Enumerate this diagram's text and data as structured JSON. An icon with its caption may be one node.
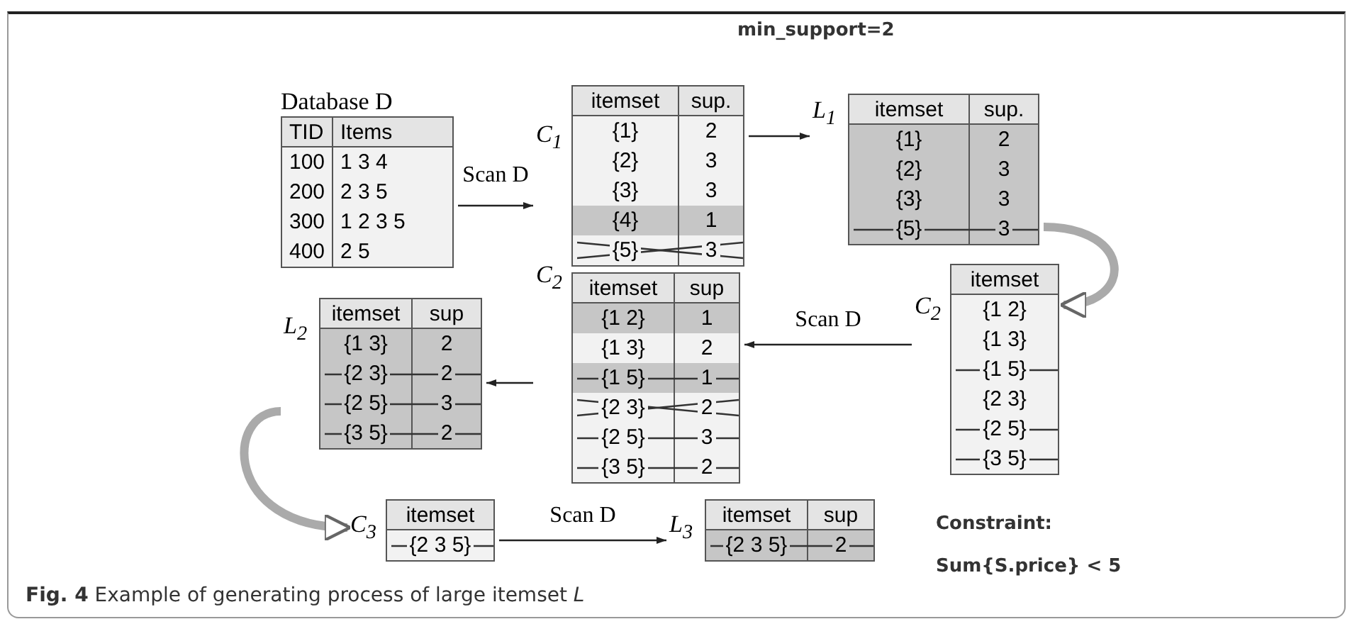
{
  "diagram": {
    "caption": "**Fig. 4** Example of generating process of large itemset *L*",
    "nodes": [
      {
        "text": [
          "Database D",
          "TID",
          "Items",
          "100",
          "1 3 4",
          "200",
          "2 3 5",
          "300",
          "1 2 3 5",
          "400",
          "2 5"
        ]
      },
      {
        "text": [
          "C$_{1}$",
          "itemset",
          "sup.",
          "{1}",
          "2",
          "{2}",
          "3",
          "{3}",
          "3",
          "{4}",
          "1",
          "{5}",
          "3"
        ]
      },
      {
        "text": [
          "L$_{1}$",
          "itemset",
          "sup.",
          "{1}",
          "2",
          "{2}",
          "3",
          "{3}",
          "3",
          "{5}",
          "3"
        ]
      },
      {
        "text": [
          "C$_{2}$",
          "itemset",
          "{1 2}",
          "{1 3}",
          "{1 5}",
          "{2 3}",
          "{2 5}",
          "{3 5}"
        ]
      },
      {
        "text": [
          "C$_{2}$",
          "itemset",
          "sup",
          "{1 2}",
          "1",
          "{1 3}",
          "2",
          "{1 5}",
          "1",
          "{2 3}",
          "2",
          "{2 5}",
          "3",
          "{3 5}",
          "2"
        ]
      },
      {
        "text": [
          "L$_{2}$",
          "itemset",
          "sup",
          "{1 3}",
          "2",
          "{2 3}",
          "2",
          "{2 5}",
          "3",
          "{3 5}",
          "2"
        ]
      },
      {
        "text": [
          "C$_{3}$",
          "itemset",
          "{2 3 5}"
        ]
      },
      {
        "text": [
          "L$_{3}$",
          "itemset",
          "sup",
          "{2 3 5}",
          "2"
        ]
      }
    ],
    "edges": [
      {
        "from": 0,
        "to": 1,
        "arrow": "to",
        "label": "Scan D"
      },
      {
        "from": 1,
        "to": 2,
        "arrow": "to"
      },
      {
        "from": 2,
        "to": 3,
        "arrow": "to",
        "style": "thick",
        "color": "#aaaaaa"
      },
      {
        "from": 3,
        "to": 4,
        "arrow": "to",
        "label": "Scan D"
      },
      {
        "from": 4,
        "to": 5,
        "arrow": "to"
      },
      {
        "from": 5,
        "to": 6,
        "arrow": "to",
        "style": "thick",
        "color": "#aaaaaa"
      },
      {
        "from": 6,
        "to": 7,
        "arrow": "to",
        "label": "Scan D"
      }
    ],
    "labels": [
      "min_support=2",
      "Constraint:",
      "Sum{S.price} < 5"
    ]
  }
}
